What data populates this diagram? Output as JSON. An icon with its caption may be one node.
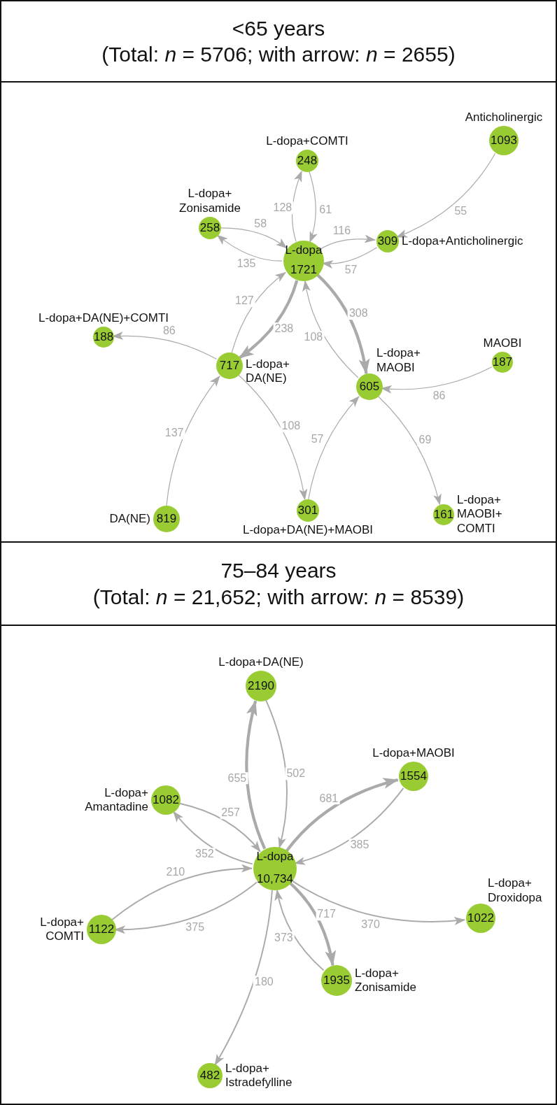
{
  "diagram": {
    "nodes": [
      {
        "text": [
          "<65 years",
          "(Total: *n* = 5706; with arrow: *n* = 2655)"
        ]
      },
      {
        "text": [],
        "shape": "box"
      },
      {
        "text": [
          "L-dopa+COMTI",
          "248"
        ],
        "in": 1
      },
      {
        "text": [
          "Anticholinergic",
          "1093"
        ],
        "in": 1
      },
      {
        "text": [
          "L-dopa+ Zonisamide",
          "258"
        ],
        "in": 1
      },
      {
        "text": [
          "309",
          "L-dopa+Anticholinergic"
        ],
        "in": 1
      },
      {
        "text": [
          "L-dopa",
          "1721"
        ],
        "in": 1
      },
      {
        "text": [
          "L-dopa+DA(NE)+COMTI",
          "188"
        ],
        "in": 1
      },
      {
        "text": [
          "717",
          "L-dopa+ DA(NE)"
        ],
        "in": 1
      },
      {
        "text": [
          "L-dopa+ MAOBI",
          "605"
        ],
        "in": 1
      },
      {
        "text": [
          "MAOBI",
          "187"
        ],
        "in": 1
      },
      {
        "text": [
          "DA(NE)",
          "819"
        ],
        "in": 1
      },
      {
        "text": [
          "301",
          "L-dopa+DA(NE)+MAOBI"
        ],
        "in": 1
      },
      {
        "text": [
          "161",
          "L-dopa+ MAOBI+ COMTI"
        ],
        "in": 1
      },
      {
        "text": [
          "75–84 years",
          "(Total: *n* = 21,652; with arrow: *n* = 8539)"
        ]
      },
      {
        "text": [],
        "shape": "box"
      },
      {
        "text": [
          "L-dopa+DA(NE)",
          "2190"
        ],
        "in": 15
      },
      {
        "text": [
          "L-dopa+MAOBI",
          "1554"
        ],
        "in": 15
      },
      {
        "text": [
          "L-dopa+ Amantadine",
          "1082"
        ],
        "in": 15
      },
      {
        "text": [
          "L-dopa",
          "10,734"
        ],
        "in": 15
      },
      {
        "text": [
          "L-dopa+ COMTI",
          "1122"
        ],
        "in": 15
      },
      {
        "text": [
          "L-dopa+ Droxidopa",
          "1022"
        ],
        "in": 15
      },
      {
        "text": [
          "1935",
          "L-dopa+ Zonisamide"
        ],
        "in": 15
      },
      {
        "text": [
          "482",
          "L-dopa+ Istradefylline"
        ],
        "in": 15
      }
    ],
    "edges": [
      {
        "from": 6,
        "to": 2,
        "arrow": "to",
        "label": "128"
      },
      {
        "from": 2,
        "to": 6,
        "arrow": "to",
        "label": "61"
      },
      {
        "from": 4,
        "to": 6,
        "arrow": "to",
        "label": "58"
      },
      {
        "from": 6,
        "to": 4,
        "arrow": "to",
        "label": "135"
      },
      {
        "from": 3,
        "to": 5,
        "arrow": "to",
        "label": "55"
      },
      {
        "from": 6,
        "to": 5,
        "arrow": "to",
        "label": "116"
      },
      {
        "from": 5,
        "to": 6,
        "arrow": "to",
        "label": "57"
      },
      {
        "from": 8,
        "to": 6,
        "arrow": "to",
        "label": "127"
      },
      {
        "from": 6,
        "to": 8,
        "arrow": "to",
        "label": "238",
        "style": "thick"
      },
      {
        "from": 9,
        "to": 6,
        "arrow": "to",
        "label": "108"
      },
      {
        "from": 6,
        "to": 9,
        "arrow": "to",
        "label": "308",
        "style": "thick"
      },
      {
        "from": 8,
        "to": 7,
        "arrow": "to",
        "label": "86"
      },
      {
        "from": 11,
        "to": 8,
        "arrow": "to",
        "label": "137"
      },
      {
        "from": 8,
        "to": 12,
        "arrow": "to",
        "label": "108"
      },
      {
        "from": 12,
        "to": 9,
        "arrow": "to",
        "label": "57"
      },
      {
        "from": 10,
        "to": 9,
        "arrow": "to",
        "label": "86"
      },
      {
        "from": 9,
        "to": 13,
        "arrow": "to",
        "label": "69"
      },
      {
        "from": 19,
        "to": 16,
        "arrow": "to",
        "label": "655",
        "style": "thick"
      },
      {
        "from": 16,
        "to": 19,
        "arrow": "to",
        "label": "502"
      },
      {
        "from": 19,
        "to": 17,
        "arrow": "to",
        "label": "681",
        "style": "thick"
      },
      {
        "from": 17,
        "to": 19,
        "arrow": "to",
        "label": "385"
      },
      {
        "from": 18,
        "to": 19,
        "arrow": "to",
        "label": "257"
      },
      {
        "from": 19,
        "to": 18,
        "arrow": "to",
        "label": "352"
      },
      {
        "from": 20,
        "to": 19,
        "arrow": "to",
        "label": "210"
      },
      {
        "from": 19,
        "to": 20,
        "arrow": "to",
        "label": "375"
      },
      {
        "from": 19,
        "to": 21,
        "arrow": "to",
        "label": "370"
      },
      {
        "from": 19,
        "to": 22,
        "arrow": "to",
        "label": "717",
        "style": "thick"
      },
      {
        "from": 22,
        "to": 19,
        "arrow": "to",
        "label": "373"
      },
      {
        "from": 19,
        "to": 23,
        "arrow": "to",
        "label": "180"
      }
    ]
  }
}
